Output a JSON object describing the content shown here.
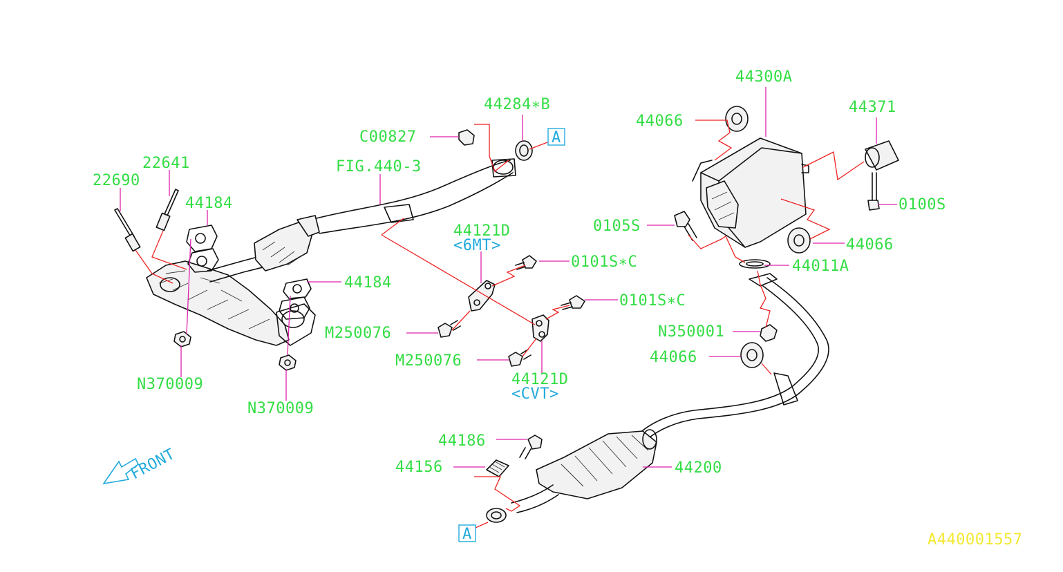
{
  "diagram": {
    "labels": {
      "l44300A": "44300A",
      "l44284B": "44284∗B",
      "l44371": "44371",
      "l44066_top": "44066",
      "lC00827": "C00827",
      "lFIG": "FIG.440-3",
      "l22641": "22641",
      "l22690": "22690",
      "l44184_top": "44184",
      "l44184_mid": "44184",
      "l44121D_top": "44121D",
      "l6MT": "<6MT>",
      "l0101SC_top": "0101S∗C",
      "l0101SC_mid": "0101S∗C",
      "l0105S": "0105S",
      "l0100S": "0100S",
      "l44066_right": "44066",
      "l44011A": "44011A",
      "lN350001": "N350001",
      "l44066_mid": "44066",
      "lM250076_a": "M250076",
      "lM250076_b": "M250076",
      "l44121D_bot": "44121D",
      "lCVT": "<CVT>",
      "lN370009_a": "N370009",
      "lN370009_b": "N370009",
      "l44186": "44186",
      "l44156": "44156",
      "l44200": "44200",
      "front": "FRONT",
      "refA_top": "A",
      "refA_bot": "A",
      "code": "A440001557"
    }
  },
  "colors": {
    "part_label": "#33dd44",
    "note_label": "#22aadd",
    "code_label": "#f2e830",
    "leader_magenta": "#dd22aa",
    "leader_red": "#ee2222"
  }
}
